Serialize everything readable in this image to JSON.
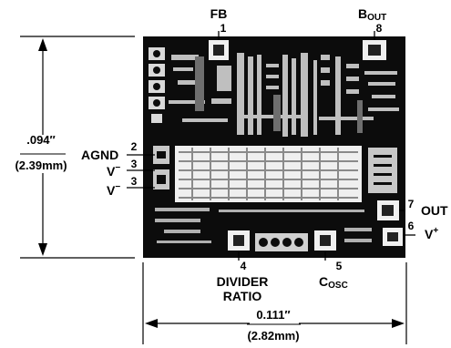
{
  "diagram": {
    "height_dim": {
      "inches": ".094″",
      "mm": "(2.39mm)"
    },
    "width_dim": {
      "inches": "0.111″",
      "mm": "(2.82mm)"
    },
    "pins": [
      {
        "num": "1",
        "name": "FB"
      },
      {
        "num": "8",
        "name": "B",
        "sub": "OUT"
      },
      {
        "num": "2",
        "name": "AGND"
      },
      {
        "num": "3",
        "name": "V",
        "sup": "−"
      },
      {
        "num": "3",
        "name": "V",
        "sup": "−"
      },
      {
        "num": "7",
        "name": "OUT"
      },
      {
        "num": "6",
        "name": "V",
        "sup": "+"
      },
      {
        "num": "4",
        "name": "DIVIDER",
        "name2": "RATIO"
      },
      {
        "num": "5",
        "name": "C",
        "sub": "OSC"
      }
    ]
  }
}
